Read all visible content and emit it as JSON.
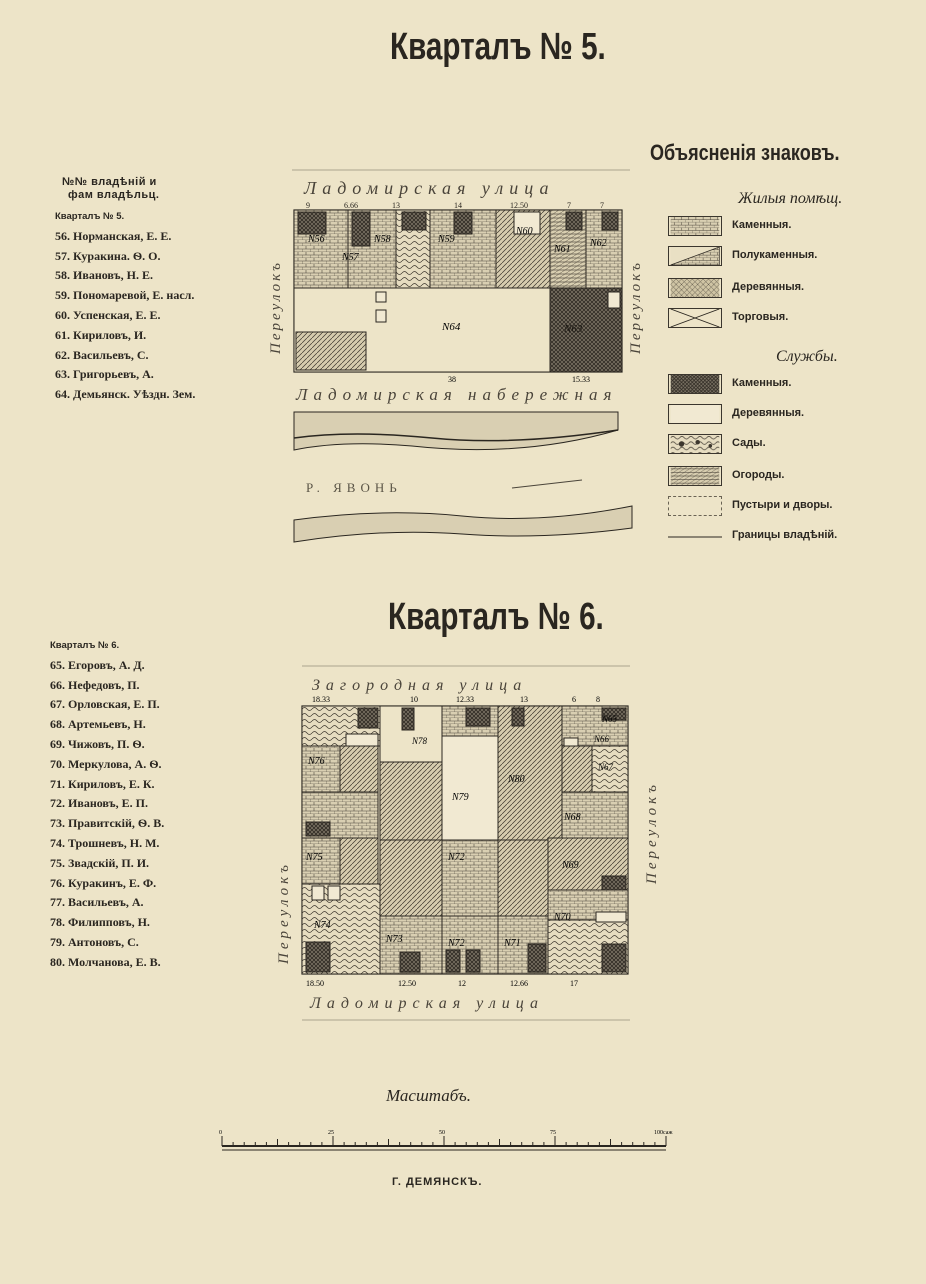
{
  "block5": {
    "title": "Кварталъ № 5.",
    "owners_header_line1": "№№ владѣній и",
    "owners_header_line2": "фам владѣльц.",
    "owners_block_label": "Кварталъ № 5.",
    "owners": [
      {
        "no": "56.",
        "name": "Норманская, Е. Е."
      },
      {
        "no": "57.",
        "name": "Куракина. Ѳ. О."
      },
      {
        "no": "58.",
        "name": "Ивановъ, Н. Е."
      },
      {
        "no": "59.",
        "name": "Пономаревой, Е. насл."
      },
      {
        "no": "60.",
        "name": "Успенская, Е. Е."
      },
      {
        "no": "61.",
        "name": "Кириловъ, И."
      },
      {
        "no": "62.",
        "name": "Васильевъ, С."
      },
      {
        "no": "63.",
        "name": "Григорьевъ, А."
      },
      {
        "no": "64.",
        "name": "Демьянск. Уѣздн. Зем."
      }
    ],
    "map": {
      "street_top": "Ладомирская улица",
      "street_bottom": "Ладомирская набережная",
      "river": "Р. ЯВОНЬ",
      "side_left": "Переулокъ",
      "side_right": "Переулокъ",
      "plot_labels": [
        "N56",
        "N57",
        "N58",
        "N59",
        "N60",
        "N61",
        "N62",
        "N63",
        "N64"
      ],
      "dims_top": [
        "9",
        "6.66",
        "13",
        "14",
        "12.50",
        "7",
        "7"
      ],
      "dims_bottom": [
        "38",
        "15.33"
      ]
    }
  },
  "legend": {
    "title": "Объясненія знаковъ.",
    "residential_title": "Жилыя помѣщ.",
    "residential": [
      "Каменныя.",
      "Полукаменныя.",
      "Деревянныя.",
      "Торговыя."
    ],
    "services_title": "Службы.",
    "services": [
      "Каменныя.",
      "Деревянныя.",
      "Сады.",
      "Огороды."
    ],
    "other": [
      "Пустыри и дворы.",
      "Границы владѣній."
    ]
  },
  "block6": {
    "title": "Кварталъ № 6.",
    "owners_block_label": "Кварталъ № 6.",
    "owners": [
      {
        "no": "65.",
        "name": "Егоровъ, А. Д."
      },
      {
        "no": "66.",
        "name": "Нефедовъ, П."
      },
      {
        "no": "67.",
        "name": "Орловская, Е. П."
      },
      {
        "no": "68.",
        "name": "Артемьевъ, Н."
      },
      {
        "no": "69.",
        "name": "Чижовъ, П. Ѳ."
      },
      {
        "no": "70.",
        "name": "Меркулова, А. Ѳ."
      },
      {
        "no": "71.",
        "name": "Кириловъ, Е. К."
      },
      {
        "no": "72.",
        "name": "Ивановъ, Е. П."
      },
      {
        "no": "73.",
        "name": "Правитскій, Ѳ. В."
      },
      {
        "no": "74.",
        "name": "Трошневъ, Н. М."
      },
      {
        "no": "75.",
        "name": "Звадскій, П. И."
      },
      {
        "no": "76.",
        "name": "Куракинъ, Е. Ф."
      },
      {
        "no": "77.",
        "name": "Васильевъ, А."
      },
      {
        "no": "78.",
        "name": "Филипповъ, Н."
      },
      {
        "no": "79.",
        "name": "Антоновъ, С."
      },
      {
        "no": "80.",
        "name": "Молчанова, Е. В."
      }
    ],
    "map": {
      "street_top": "Загородная улица",
      "street_bottom": "Ладомирская улица",
      "side_left": "Переулокъ",
      "side_right": "Переулокъ",
      "plot_labels": [
        "N65",
        "N66",
        "N67",
        "N68",
        "N69",
        "N70",
        "N71",
        "N72",
        "N73",
        "N74",
        "N75",
        "N76",
        "N72",
        "N78",
        "N79",
        "N80"
      ],
      "dims_top": [
        "18.33",
        "10",
        "12.33",
        "13",
        "6",
        "8"
      ],
      "dims_bottom": [
        "18.50",
        "12.50",
        "12",
        "12.66",
        "17"
      ]
    }
  },
  "scale": {
    "title": "Масштабъ.",
    "ticks": [
      "0",
      "25",
      "50",
      "75",
      "100саж"
    ]
  },
  "city": "Г. ДЕМЯНСКЪ."
}
